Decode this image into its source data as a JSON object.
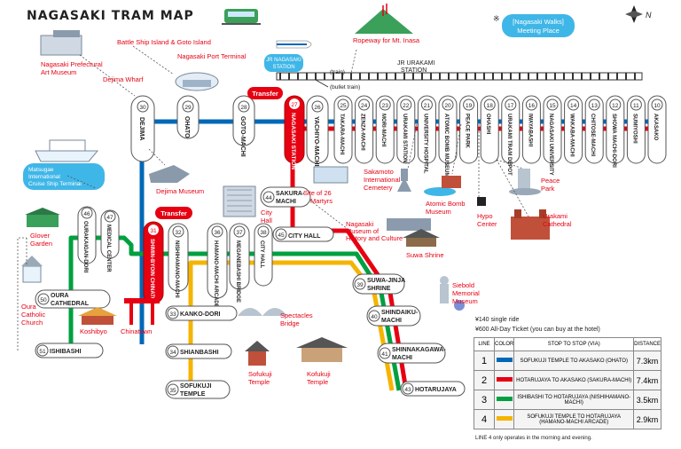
{
  "title": "NAGASAKI TRAM MAP",
  "walks": {
    "line1": "[Nagasaki Walks]",
    "line2": "Meeting Place"
  },
  "compass": "N",
  "stations": {
    "s30": {
      "num": "30",
      "name": "DEJIMA"
    },
    "s29": {
      "num": "29",
      "name": "OHATO"
    },
    "s28": {
      "num": "28",
      "name": "GOTO-MACHI"
    },
    "s27": {
      "num": "27",
      "name": "NAGASAKI STATION"
    },
    "s26": {
      "num": "26",
      "name": "YACHIYO-MACHI"
    },
    "s25": {
      "num": "25",
      "name": "TAKARA-MACHI"
    },
    "s24": {
      "num": "24",
      "name": "ZENZA-MACHI"
    },
    "s23": {
      "num": "23",
      "name": "MORI-MACHI"
    },
    "s22": {
      "num": "22",
      "name": "URAKAMI STATION"
    },
    "s21": {
      "num": "21",
      "name": "UNIVERSITY HOSPITAL"
    },
    "s20": {
      "num": "20",
      "name": "ATOMIC BOMB MUSEUM"
    },
    "s19": {
      "num": "19",
      "name": "PEACE PARK"
    },
    "s18": {
      "num": "18",
      "name": "OHASHI"
    },
    "s17": {
      "num": "17",
      "name": "URAKAMI TRAM DEPOT"
    },
    "s16": {
      "num": "16",
      "name": "IWAYABASHI"
    },
    "s15": {
      "num": "15",
      "name": "NAGASAKI UNIVERSITY"
    },
    "s14": {
      "num": "14",
      "name": "WAKABA-MACHI"
    },
    "s13": {
      "num": "13",
      "name": "CHITOSE-MACHI"
    },
    "s12": {
      "num": "12",
      "name": "SHOWA MACHI-DORI"
    },
    "s11": {
      "num": "11",
      "name": "SUMIYOSHI"
    },
    "s10": {
      "num": "10",
      "name": "AKASAKO"
    },
    "s44": {
      "num": "44",
      "name": "SAKURA-MACHI"
    },
    "s45": {
      "num": "45",
      "name": "CITY HALL"
    },
    "s46": {
      "num": "46",
      "name": "OURAKAIGAN-DORI"
    },
    "s47": {
      "num": "47",
      "name": "MEDICAL CENTER"
    },
    "s31": {
      "num": "31",
      "name": "SHIMIN-BYOIN CHINATOWN"
    },
    "s32": {
      "num": "32",
      "name": "NISHIHAMANO-MACHI"
    },
    "s36": {
      "num": "36",
      "name": "HAMANO-MACHI ARCADE"
    },
    "s37": {
      "num": "37",
      "name": "MEGANEBASHI BRIDGE"
    },
    "s38": {
      "num": "38",
      "name": "CITY HALL"
    },
    "s50": {
      "num": "50",
      "name": "OURA CATHEDRAL"
    },
    "s51": {
      "num": "51",
      "name": "ISHIBASHI"
    },
    "s33": {
      "num": "33",
      "name": "KANKO-DORI"
    },
    "s34": {
      "num": "34",
      "name": "SHIANBASHI"
    },
    "s35": {
      "num": "35",
      "name": "SOFUKUJI TEMPLE"
    },
    "s39": {
      "num": "39",
      "name": "SUWA-JINJA SHRINE"
    },
    "s40": {
      "num": "40",
      "name": "SHINDAIKU-MACHI"
    },
    "s41": {
      "num": "41",
      "name": "SHINNAKAGAWA-MACHI"
    },
    "s43": {
      "num": "43",
      "name": "HOTARUJAYA"
    }
  },
  "transfer": "Transfer",
  "train": {
    "jr_nagasaki": "JR NAGASAKI STATION",
    "jr_urakami": "JR URAKAMI STATION",
    "train": "(train)",
    "bullet": "(bullet train)"
  },
  "sights": {
    "battleship": "Battle Ship Island & Goto Island",
    "port_terminal": "Nagasaki Port Terminal",
    "art_museum": "Nagasaki Prefectural Art Museum",
    "dejima_wharf": "Dejima Wharf",
    "ropeway": "Ropeway for Mt. Inasa",
    "cruise": "Matsugae International Cruise Ship Terminal",
    "dejima_museum": "Dejima Museum",
    "martyrs": "Site of 26 Martyrs",
    "sakamoto": "Sakamoto International Cemetery",
    "atomic_museum": "Atomic Bomb Museum",
    "hypo": "Hypo Center",
    "peace_park": "Peace Park",
    "urakami_cathedral": "Urakami Cathedral",
    "city_hall": "City Hall",
    "history_museum": "Nagasaki Museum of History and Culture",
    "suwa_shrine": "Suwa Shrine",
    "glover": "Glover Garden",
    "oura_church": "Oura Catholic Church",
    "koshibyo": "Koshibyo",
    "chinatown": "Chinatown",
    "spectacles": "Spectacles Bridge",
    "sofukuji": "Sofukuji Temple",
    "kofukuji": "Kofukuji Temple",
    "siebold": "Siebold Memorial Museum"
  },
  "fares": {
    "single": "¥140 single ride",
    "day": "¥600 All-Day Ticket (you can buy at the hotel)"
  },
  "table": {
    "headers": {
      "line": "LINE",
      "color": "COLOR",
      "stop": "STOP TO STOP (VIA)",
      "distance": "DISTANCE"
    },
    "rows": [
      {
        "line": "1",
        "color": "#0068b7",
        "route": "SOFUKUJI TEMPLE TO AKASAKO (OHATO)",
        "distance": "7.3km"
      },
      {
        "line": "2",
        "color": "#e60012",
        "route": "HOTARUJAYA TO AKASAKO (SAKURA-MACHI)",
        "distance": "7.4km"
      },
      {
        "line": "3",
        "color": "#00a040",
        "route": "ISHIBASHI TO HOTARUJAYA (NISHIHAMANO-MACHI)",
        "distance": "3.5km"
      },
      {
        "line": "4",
        "color": "#f5b400",
        "route": "SOFUKUJI TEMPLE TO HOTARUJAYA (HAMANO-MACHI ARCADE)",
        "distance": "2.9km"
      }
    ],
    "note": "LINE 4 only operates in the morning and evening."
  }
}
